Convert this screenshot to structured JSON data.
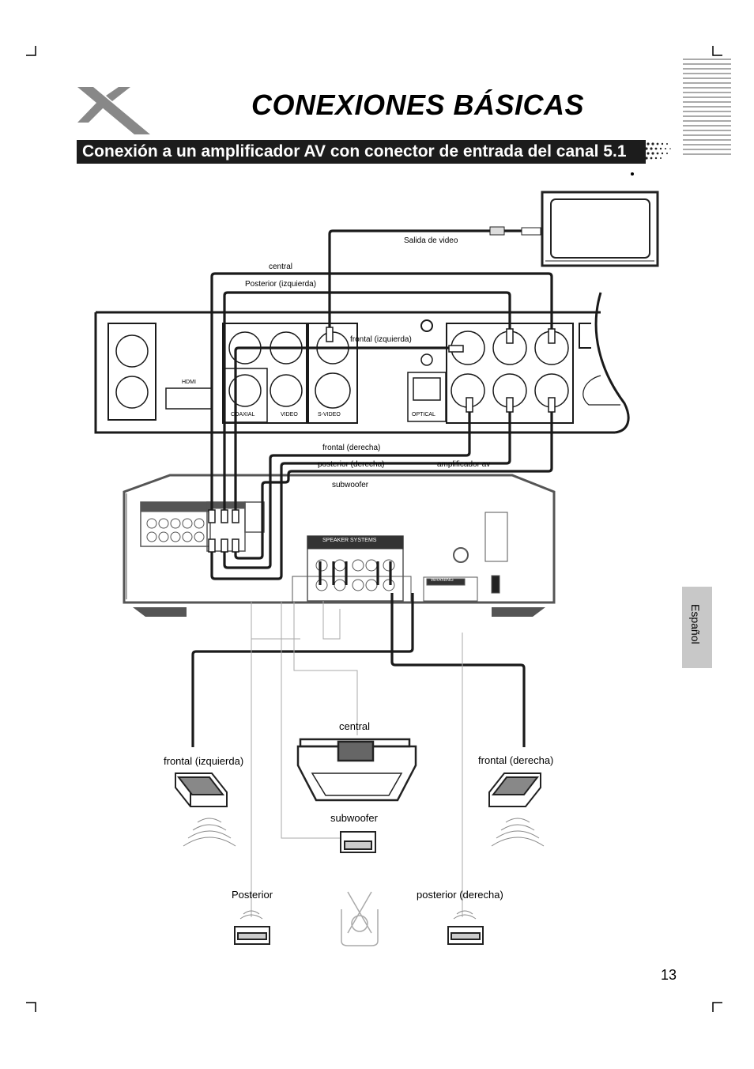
{
  "header": {
    "title": "CONEXIONES BÁSICAS",
    "section_banner": "Conexión a un amplificador AV con conector de entrada del canal 5.1"
  },
  "side_tab": {
    "language": "Español"
  },
  "footer": {
    "page_number": "13"
  },
  "diagram": {
    "cable_labels": {
      "video_out": "Salida de video",
      "central": "central",
      "rear_left": "Posterior (izquierda)",
      "front_left": "frontal (izquierda)",
      "front_right": "frontal (derecha)",
      "rear_right": "posterior (derecha)",
      "av_amplifier": "amplificador av",
      "subwoofer": "subwoofer"
    },
    "player_panel_labels": {
      "hdmi": "HDMI",
      "coaxial": "COAXIAL",
      "video": "VIDEO",
      "s_video": "S-VIDEO",
      "optical": "OPTICAL"
    },
    "amplifier_labels": {
      "speakers": "SPEAKER SYSTEMS",
      "warning": "WARNING"
    },
    "speaker_labels": {
      "central": "central",
      "front_left": "frontal (izquierda)",
      "front_right": "frontal (derecha)",
      "subwoofer": "subwoofer",
      "rear_left": "Posterior",
      "rear_right": "posterior (derecha)"
    }
  },
  "colors": {
    "banner_bg": "#1c1c1c",
    "tab_bg": "#c8c8c8",
    "line": "#1a1a1a"
  }
}
